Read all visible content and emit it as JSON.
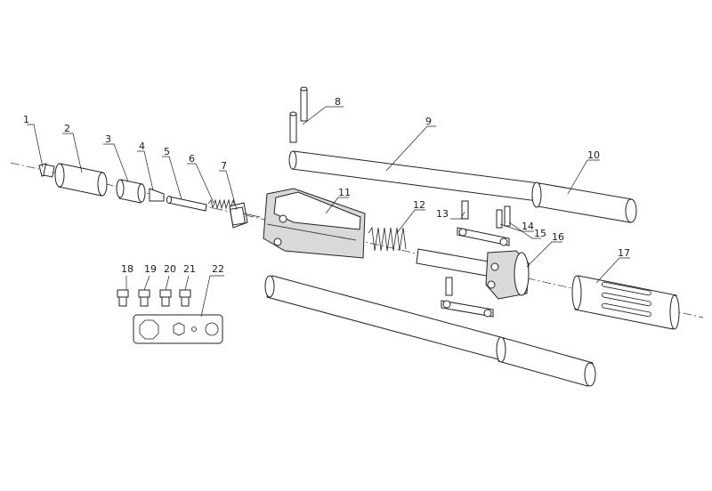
{
  "diagram": {
    "type": "exploded-assembly",
    "callouts": [
      {
        "id": "1"
      },
      {
        "id": "2"
      },
      {
        "id": "3"
      },
      {
        "id": "4"
      },
      {
        "id": "5"
      },
      {
        "id": "6"
      },
      {
        "id": "7"
      },
      {
        "id": "8"
      },
      {
        "id": "9"
      },
      {
        "id": "10"
      },
      {
        "id": "11"
      },
      {
        "id": "12"
      },
      {
        "id": "13"
      },
      {
        "id": "14"
      },
      {
        "id": "15"
      },
      {
        "id": "16"
      },
      {
        "id": "17"
      },
      {
        "id": "18"
      },
      {
        "id": "19"
      },
      {
        "id": "20"
      },
      {
        "id": "21"
      },
      {
        "id": "22"
      }
    ]
  }
}
